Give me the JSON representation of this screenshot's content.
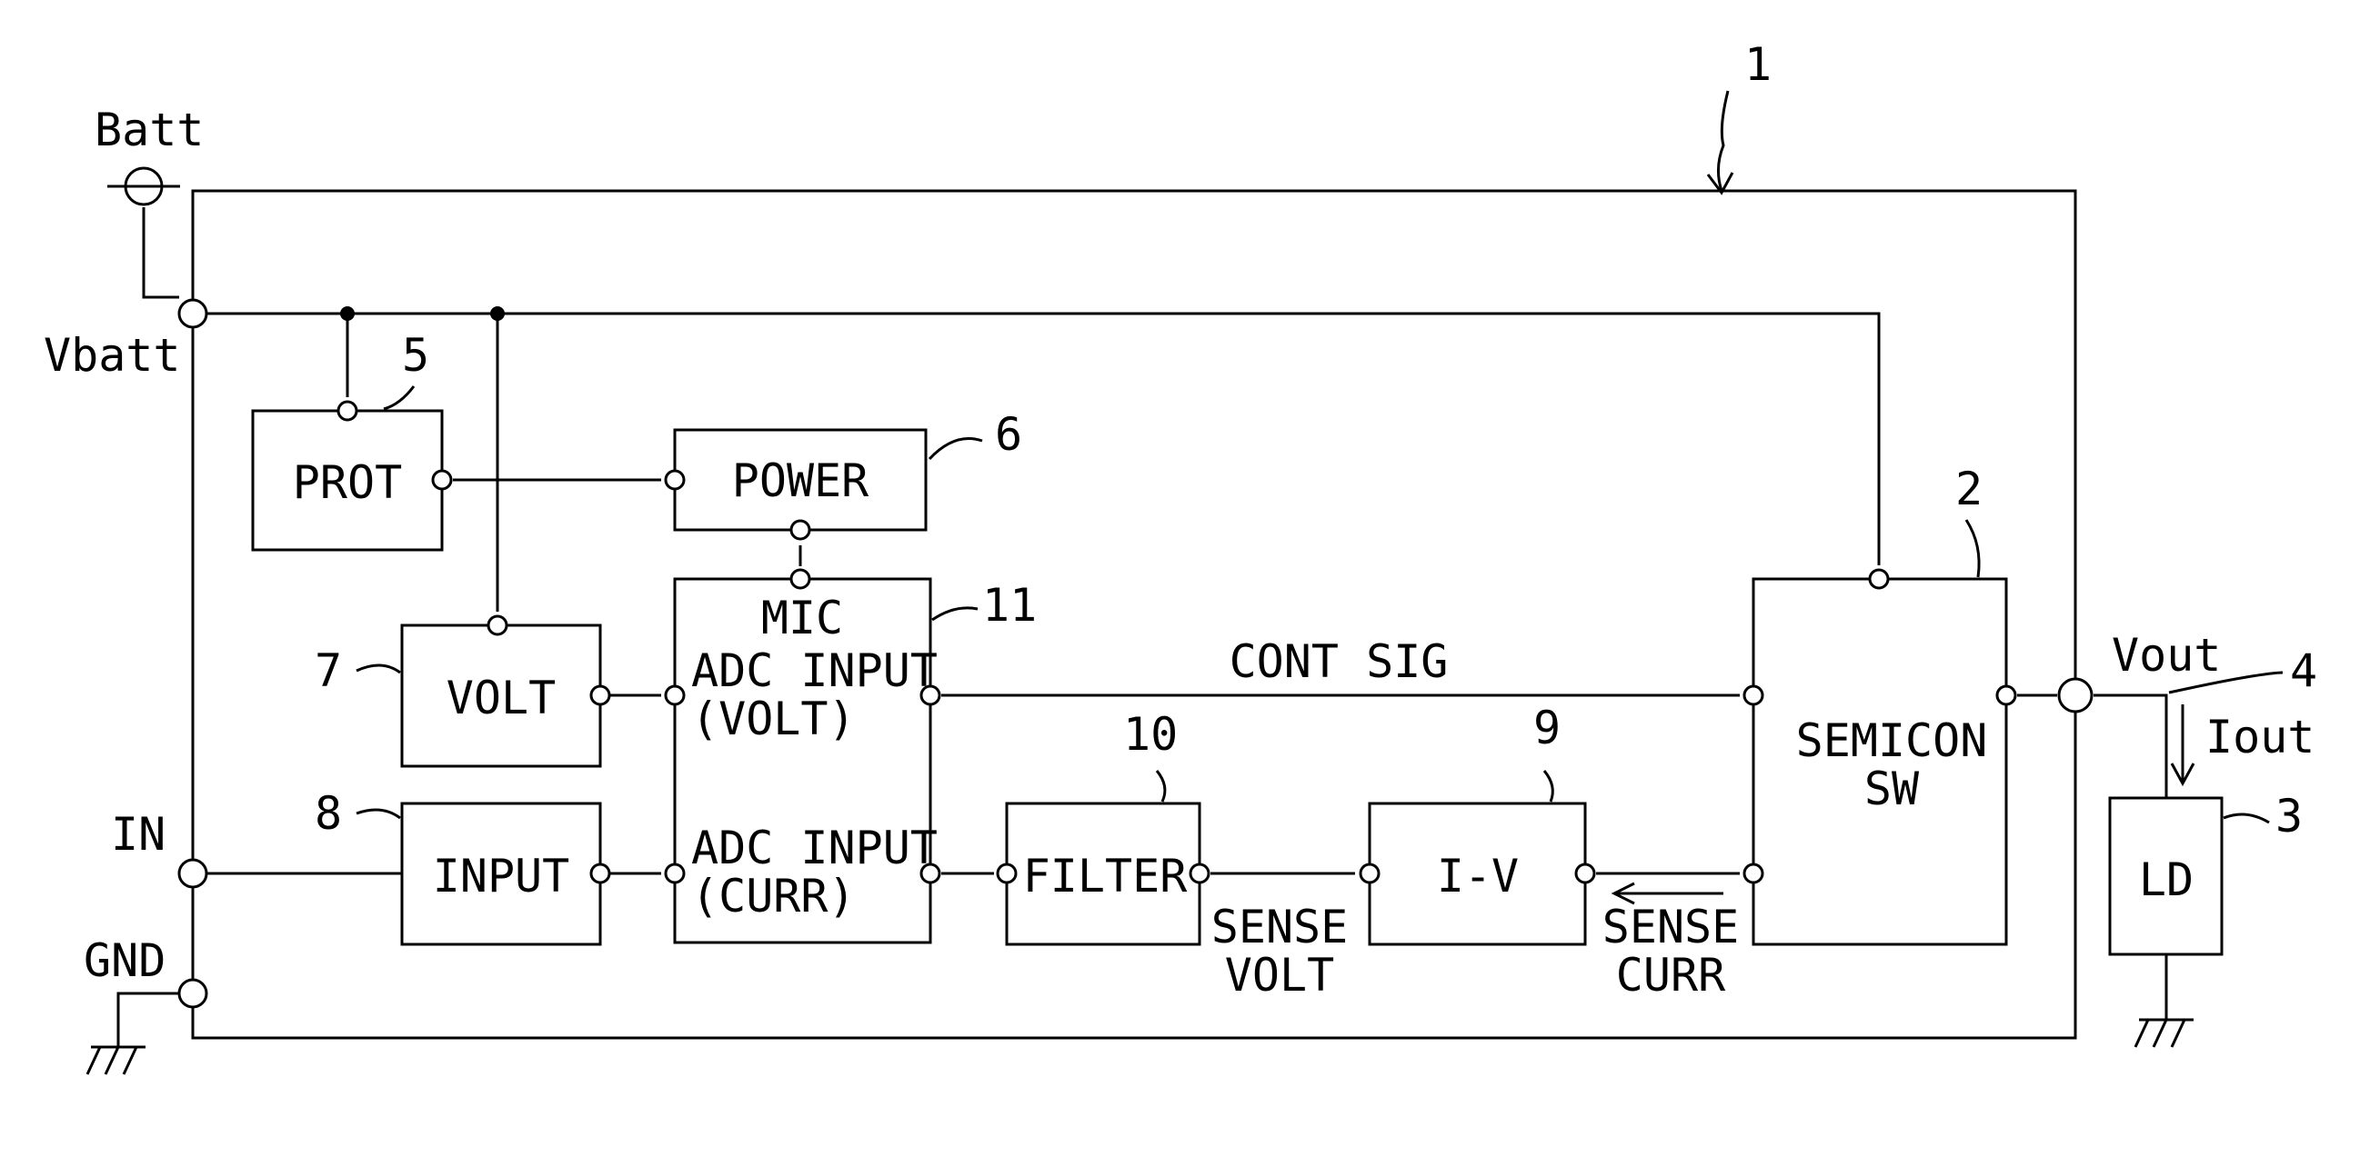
{
  "blocks": {
    "prot": "PROT",
    "power": "POWER",
    "volt": "VOLT",
    "input": "INPUT",
    "mic": "MIC",
    "adc_volt_1": "ADC INPUT",
    "adc_volt_2": "(VOLT)",
    "adc_curr_1": "ADC INPUT",
    "adc_curr_2": "(CURR)",
    "filter": "FILTER",
    "iv": "I-V",
    "semicon_1": "SEMICON",
    "semicon_2": "SW",
    "ld": "LD"
  },
  "terminals": {
    "batt": "Batt",
    "vbatt": "Vbatt",
    "in": "IN",
    "gnd": "GND",
    "vout": "Vout",
    "iout": "Iout"
  },
  "signals": {
    "cont_sig": "CONT SIG",
    "sense_volt_1": "SENSE",
    "sense_volt_2": "VOLT",
    "sense_curr_1": "SENSE",
    "sense_curr_2": "CURR"
  },
  "refs": {
    "device": "1",
    "semicon": "2",
    "ld": "3",
    "vout_node": "4",
    "prot": "5",
    "power": "6",
    "volt": "7",
    "input": "8",
    "iv": "9",
    "filter": "10",
    "mic": "11"
  }
}
